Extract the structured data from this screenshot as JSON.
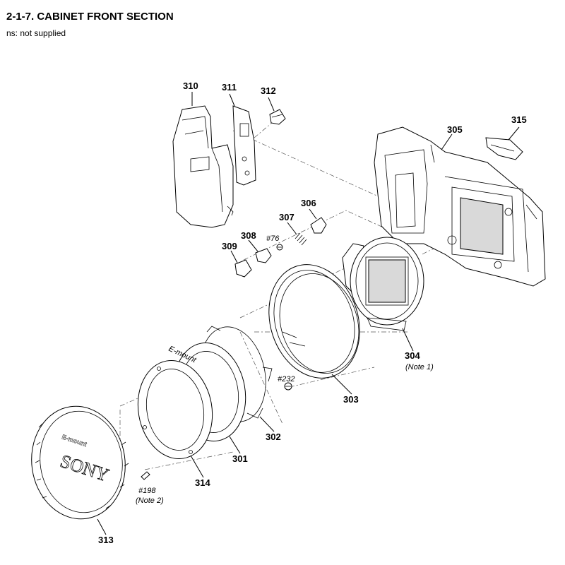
{
  "header": {
    "title": "2-1-7. CABINET FRONT SECTION",
    "note": "ns: not supplied"
  },
  "callouts": [
    {
      "id": "310",
      "label": "310"
    },
    {
      "id": "311",
      "label": "311"
    },
    {
      "id": "312",
      "label": "312"
    },
    {
      "id": "315",
      "label": "315"
    },
    {
      "id": "305",
      "label": "305"
    },
    {
      "id": "306",
      "label": "306"
    },
    {
      "id": "307",
      "label": "307"
    },
    {
      "id": "308",
      "label": "308"
    },
    {
      "id": "309",
      "label": "309"
    },
    {
      "id": "304",
      "label": "304"
    },
    {
      "id": "303",
      "label": "303"
    },
    {
      "id": "302",
      "label": "302"
    },
    {
      "id": "301",
      "label": "301"
    },
    {
      "id": "314",
      "label": "314"
    },
    {
      "id": "313",
      "label": "313"
    }
  ],
  "screw_refs": [
    {
      "id": "76",
      "label": "#76"
    },
    {
      "id": "232",
      "label": "#232"
    },
    {
      "id": "198",
      "label": "#198"
    }
  ],
  "notes": [
    {
      "id": "note1",
      "label": "(Note 1)"
    },
    {
      "id": "note2",
      "label": "(Note 2)"
    }
  ],
  "printed_marks": {
    "cap_brand": "SONY",
    "cap_mount": "E-mount",
    "ring_mount": "E-mount"
  }
}
